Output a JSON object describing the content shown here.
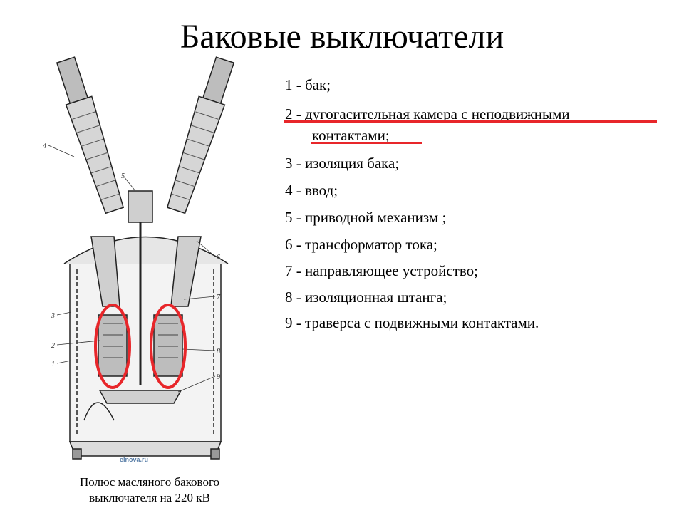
{
  "slide": {
    "title": "Баковые выключатели",
    "legend": [
      "1 - бак;",
      "2 - дугогасительная камера с неподвижными",
      "контактами;",
      "3 - изоляция бака;",
      "4 - ввод;",
      "5 - приводной механизм ;",
      "6 - трансформатор тока;",
      "7 - направляющее устройство;",
      "8 - изоляционная штанга;",
      "9 - траверса с подвижными контактами."
    ],
    "diagram": {
      "labels": [
        "4",
        "5",
        "6",
        "7",
        "3",
        "2",
        "8",
        "1",
        "9"
      ],
      "watermark": "elnova.ru"
    },
    "caption_line1": "Полюс масляного бакового",
    "caption_line2": "выключателя на 220 кВ",
    "accent_color": "#e8262a"
  }
}
